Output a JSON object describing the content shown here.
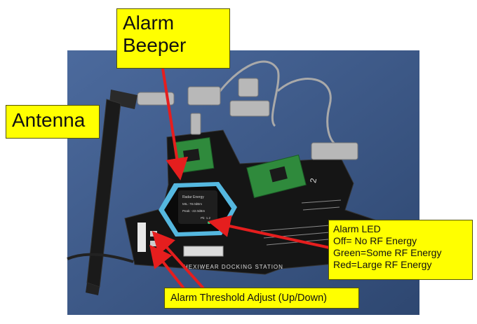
{
  "callouts": {
    "alarm_beeper": {
      "line1": "Alarm",
      "line2": "Beeper"
    },
    "antenna": "Antenna",
    "alarm_led": {
      "title": "Alarm LED",
      "off": "Off= No RF Energy",
      "green": "Green=Some RF Energy",
      "red": "Red=Large RF Energy"
    },
    "threshold": "Alarm Threshold Adjust (Up/Down)"
  },
  "device": {
    "screen_title": "Radar Energy",
    "screen_line1": "MIL: 78.0dBm",
    "screen_line2": "Peak: -22.0dBm",
    "screen_line3": "Pk: 1.2",
    "dock_label": "HEXIWEAR DOCKING STATION",
    "dock_number": "2"
  },
  "colors": {
    "background_board": "#3d5a8a",
    "callout_fill": "#ffff00",
    "arrow_red": "#e51e1e",
    "pcb_green": "#2f8a3c",
    "dock_black": "#151515",
    "watch_blue": "#55b8e0"
  },
  "icons": [
    "antenna-icon",
    "arrow-icon",
    "watch-icon"
  ]
}
